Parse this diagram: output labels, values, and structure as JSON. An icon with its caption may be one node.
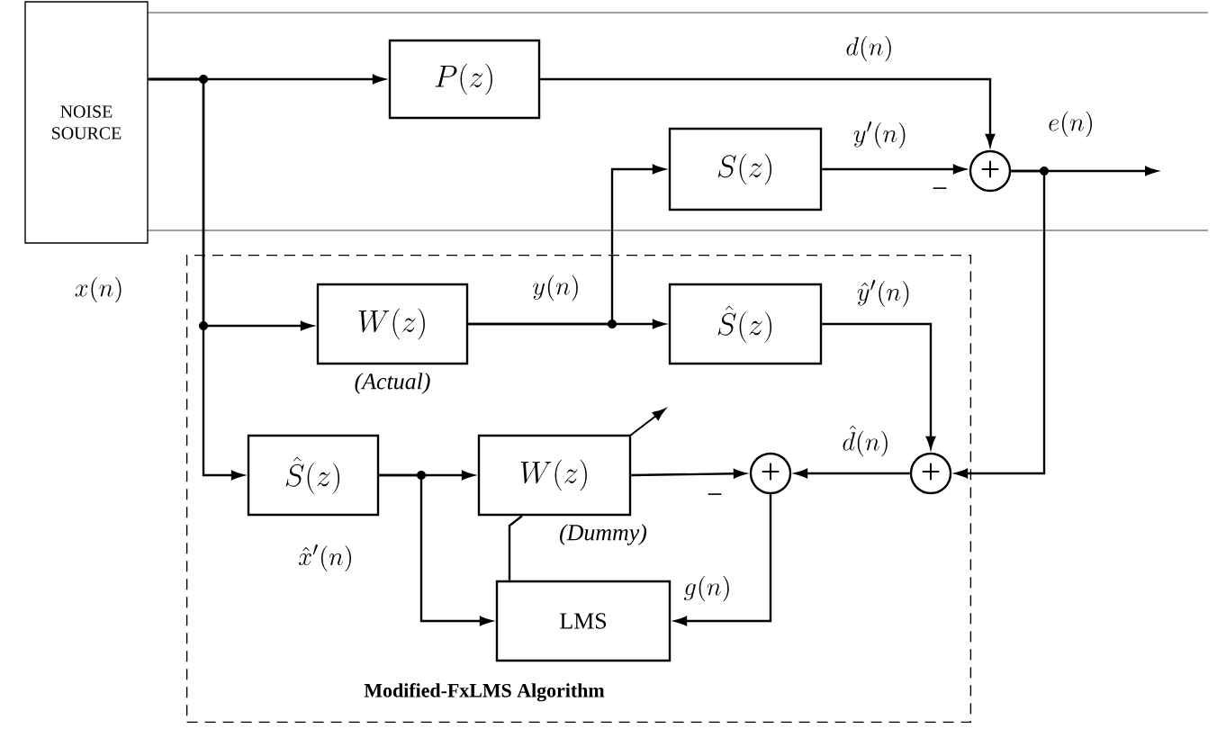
{
  "diagram": {
    "nodes": [
      {
        "text": [
          "NOISE SOURCE"
        ]
      },
      {
        "text": [
          "P(z)"
        ]
      },
      {
        "text": [
          "+"
        ]
      },
      {
        "text": [
          "S(z)"
        ]
      },
      {
        "text": [
          "Modified-FxLMS Algorithm"
        ]
      },
      {
        "text": [
          "W(z)"
        ],
        "beside": [
          "(Actual)"
        ],
        "in": 4
      },
      {
        "text": [
          "\\hat{S}(z)"
        ],
        "in": 4
      },
      {
        "text": [
          "\\hat{S}(z)"
        ],
        "in": 4
      },
      {
        "text": [
          "W(z)"
        ],
        "beside": [
          "(Dummy)"
        ],
        "in": 4
      },
      {
        "text": [
          "+"
        ],
        "in": 4
      },
      {
        "text": [
          "+"
        ],
        "in": 4
      },
      {
        "text": [
          "LMS"
        ],
        "in": 4
      }
    ],
    "edges": [
      {
        "from": 0,
        "to": 1,
        "arrow": "to"
      },
      {
        "from": 0,
        "to": 5,
        "arrow": "to",
        "label": "x(n)"
      },
      {
        "from": 0,
        "to": 7,
        "arrow": "to"
      },
      {
        "from": 1,
        "to": 2,
        "arrow": "to",
        "label": "d(n)"
      },
      {
        "from": 3,
        "to": 2,
        "arrow": "to",
        "label": "y'(n)"
      },
      {
        "from": 2,
        "to": null,
        "arrow": "to",
        "label": "e(n)"
      },
      {
        "from": 2,
        "to": 10,
        "arrow": "to"
      },
      {
        "from": 5,
        "to": 3,
        "arrow": "to",
        "label": "y(n)"
      },
      {
        "from": 5,
        "to": 6,
        "arrow": "to"
      },
      {
        "from": 6,
        "to": 10,
        "arrow": "to",
        "label": "\\hat{y}'(n)"
      },
      {
        "from": 10,
        "to": 9,
        "arrow": "to",
        "label": "\\hat{d}(n)"
      },
      {
        "from": 7,
        "to": 8,
        "arrow": "to"
      },
      {
        "from": 7,
        "to": 11,
        "arrow": "to",
        "label": "\\hat{x}'(n)"
      },
      {
        "from": 8,
        "to": 9,
        "arrow": "to"
      },
      {
        "from": 9,
        "to": 11,
        "arrow": "to",
        "label": "g(n)"
      },
      {
        "from": 11,
        "to": 8,
        "arrow": "none"
      }
    ],
    "labels": [
      "−",
      "−"
    ]
  }
}
